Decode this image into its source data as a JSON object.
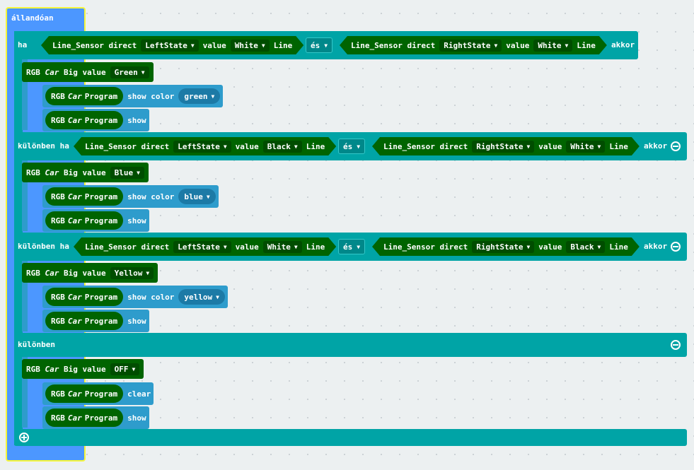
{
  "forever": {
    "label": "állandóan"
  },
  "if_block": {
    "if_label": "ha",
    "elseif_label": "különben ha",
    "else_label": "különben",
    "then_label": "akkor"
  },
  "conditions": [
    {
      "left": {
        "sensor": "Line_Sensor direct",
        "state": "LeftState",
        "value_label": "value",
        "value": "White",
        "suffix": "Line"
      },
      "op": "és",
      "right": {
        "sensor": "Line_Sensor direct",
        "state": "RightState",
        "value_label": "value",
        "value": "White",
        "suffix": "Line"
      }
    },
    {
      "left": {
        "sensor": "Line_Sensor direct",
        "state": "LeftState",
        "value_label": "value",
        "value": "Black",
        "suffix": "Line"
      },
      "op": "és",
      "right": {
        "sensor": "Line_Sensor direct",
        "state": "RightState",
        "value_label": "value",
        "value": "White",
        "suffix": "Line"
      }
    },
    {
      "left": {
        "sensor": "Line_Sensor direct",
        "state": "LeftState",
        "value_label": "value",
        "value": "White",
        "suffix": "Line"
      },
      "op": "és",
      "right": {
        "sensor": "Line_Sensor direct",
        "state": "RightState",
        "value_label": "value",
        "value": "Black",
        "suffix": "Line"
      }
    }
  ],
  "branches": [
    {
      "big_prefix": "RGB",
      "big_car": "Car",
      "big_mid": "Big value",
      "big_value": "Green",
      "prog_prefix": "RGB",
      "prog_car": "Car",
      "prog_suffix": "Program",
      "action1": "show color",
      "color": "green",
      "action2": "show"
    },
    {
      "big_prefix": "RGB",
      "big_car": "Car",
      "big_mid": "Big value",
      "big_value": "Blue",
      "prog_prefix": "RGB",
      "prog_car": "Car",
      "prog_suffix": "Program",
      "action1": "show color",
      "color": "blue",
      "action2": "show"
    },
    {
      "big_prefix": "RGB",
      "big_car": "Car",
      "big_mid": "Big value",
      "big_value": "Yellow",
      "prog_prefix": "RGB",
      "prog_car": "Car",
      "prog_suffix": "Program",
      "action1": "show color",
      "color": "yellow",
      "action2": "show"
    },
    {
      "big_prefix": "RGB",
      "big_car": "Car",
      "big_mid": "Big value",
      "big_value": "OFF",
      "prog_prefix": "RGB",
      "prog_car": "Car",
      "prog_suffix": "Program",
      "action1": "clear",
      "action2": "show"
    }
  ],
  "icons": {
    "caret": "caret-down-icon",
    "remove": "minus-circle-icon",
    "add": "plus-circle-icon"
  },
  "colors": {
    "forever": "#4c97ff",
    "logic": "#00a4a6",
    "sensor": "#006400",
    "rgb_program": "#2e9ccc",
    "highlight": "#f6f63a"
  }
}
